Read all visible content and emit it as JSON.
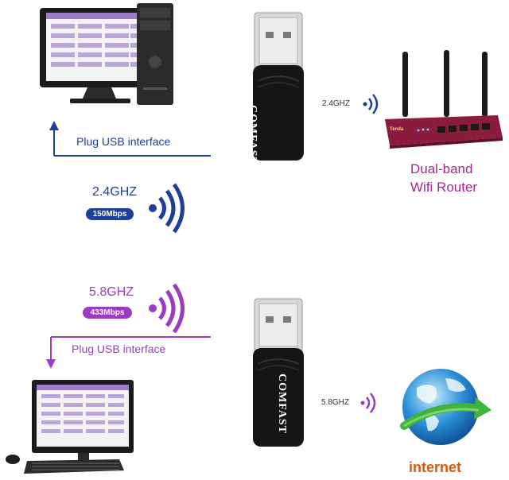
{
  "colors": {
    "blue": "#1d3f9a",
    "purple": "#9b3bc4",
    "router": "#8c1c3e",
    "label_gray": "#333333",
    "router_label": "#a2288f",
    "internet_label": "#e0570f"
  },
  "top_section": {
    "plug_label": "Plug USB interface",
    "band_label": "2.4GHZ",
    "speed_badge": "150Mbps",
    "router_band_label": "2.4GHZ",
    "router_label_line1": "Dual-band",
    "router_label_line2": "Wifi Router",
    "router_brand": "Tenda"
  },
  "bottom_section": {
    "plug_label": "Plug USB interface",
    "band_label": "5.8GHZ",
    "speed_badge": "433Mbps",
    "internet_band_label": "5.8GHZ",
    "internet_label": "internet"
  },
  "adapter": {
    "brand": "COMFAST"
  }
}
